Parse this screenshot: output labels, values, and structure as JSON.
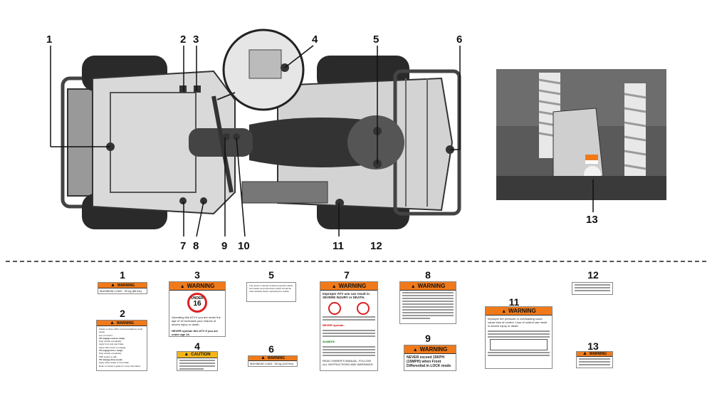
{
  "callouts_top": [
    "1",
    "2",
    "3",
    "4",
    "5",
    "6",
    "7",
    "8",
    "9",
    "10",
    "11",
    "12",
    "13"
  ],
  "label_numbers": [
    "1",
    "2",
    "3",
    "4",
    "5",
    "6",
    "7",
    "8",
    "9",
    "11",
    "12",
    "13"
  ],
  "labels": {
    "l1": {
      "header": "WARNING",
      "text": "MAXIMUM LOAD : 30 kg (66 lbs)"
    },
    "l2": {
      "header": "WARNING",
      "lines": [
        "Failure to drive within recommendations could cause",
        "loss of control.",
        "TO engage reverse range:",
        "Stop vehicle completely",
        "Apply front and rear brake",
        "Apply either lever to engage",
        "TO engage Hi-Lo range:",
        "Stop vehicle completely",
        "Shift engine to Idle",
        "TO change drive mode:",
        "Apply either brake or foot brake",
        "Refer to Owner's guide for more information"
      ]
    },
    "l3": {
      "header": "WARNING",
      "under": "UNDER",
      "age": "16",
      "text": "Operating this ATV if you are under the age of 16 increases your chance of severe injury or death.",
      "never": "NEVER operate this ATV if you are under age 16."
    },
    "l4": {
      "header": "CAUTION"
    },
    "l5": {
      "text": "The owner's manual contains important safety information and instructions which should be read carefully before operating the vehicle."
    },
    "l6": {
      "header": "WARNING",
      "text": "MAXIMUM LOAD : 50 kg (110 lbs)"
    },
    "l7": {
      "header": "WARNING",
      "title": "Improper ATV use can result in SEVERE INJURY or DEATH.",
      "never": "NEVER operate:",
      "always": "ALWAYS:",
      "footer": "READ OWNER'S MANUAL. FOLLOW ALL INSTRUCTIONS AND WARNINGS."
    },
    "l8": {
      "header": "WARNING"
    },
    "l9": {
      "header": "WARNING",
      "text": "NEVER exceed 15KPH (15MPH) when Front Differential in LOCK mode"
    },
    "l11": {
      "header": "WARNING",
      "text": "Improper tire pressure or overloading could cause loss of control. Loss of control can result in severe injury or death."
    },
    "l12": {},
    "l13": {
      "header": "WARNING"
    }
  },
  "colors": {
    "warning": "#f07a1a",
    "caution": "#f4b51a"
  }
}
